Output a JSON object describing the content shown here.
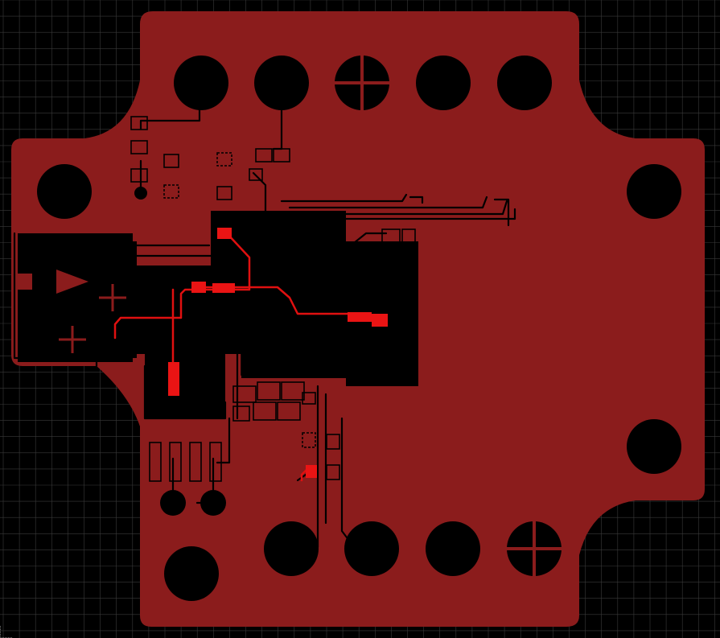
{
  "app": {
    "view": "pcb-layout-canvas"
  },
  "colors": {
    "background": "#000000",
    "grid": "#3a3a3a",
    "copper_pour": "#8b1c1c",
    "copper_top": "#e01010",
    "void": "#000000"
  },
  "layers": {
    "pour": "bottom-copper-pour",
    "top": "top-copper"
  }
}
